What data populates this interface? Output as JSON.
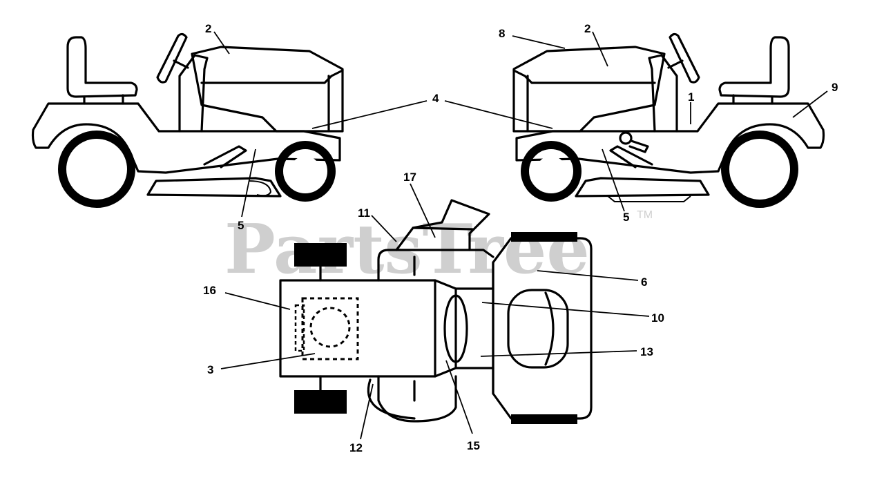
{
  "watermark": {
    "text": "PartsTree",
    "tm": "TM"
  },
  "callouts": {
    "c1": "1",
    "c2a": "2",
    "c2b": "2",
    "c3": "3",
    "c4": "4",
    "c5a": "5",
    "c5b": "5",
    "c6": "6",
    "c8": "8",
    "c9": "9",
    "c10": "10",
    "c11": "11",
    "c12": "12",
    "c13": "13",
    "c15": "15",
    "c16": "16",
    "c17": "17"
  }
}
